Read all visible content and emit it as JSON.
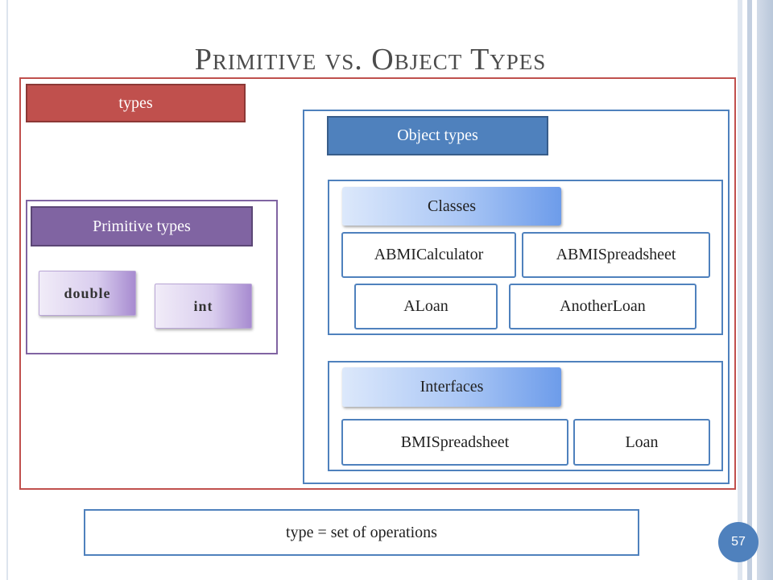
{
  "slide": {
    "title": "Primitive vs. Object Types",
    "page_number": "57"
  },
  "types": {
    "label": "types"
  },
  "primitive": {
    "label": "Primitive types",
    "items": [
      "double",
      "int"
    ]
  },
  "object": {
    "label": "Object types",
    "classes": {
      "label": "Classes",
      "items": [
        "ABMICalculator",
        "ABMISpreadsheet",
        "ALoan",
        "AnotherLoan"
      ]
    },
    "interfaces": {
      "label": "Interfaces",
      "items": [
        "BMISpreadsheet",
        "Loan"
      ]
    }
  },
  "footer": {
    "text": "type = set of operations"
  }
}
